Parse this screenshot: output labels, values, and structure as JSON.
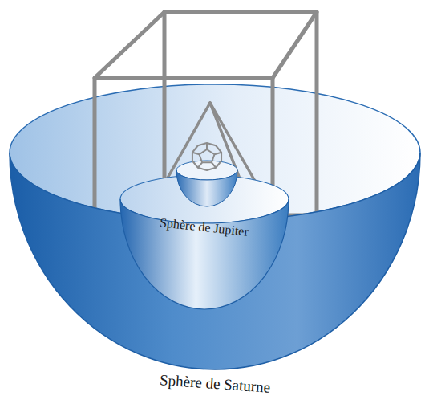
{
  "diagram": {
    "nodes": [
      {
        "text": [
          "Sphère de Saturne"
        ]
      },
      {
        "text": [
          "Sphère de Jupiter"
        ],
        "in": 0
      }
    ]
  }
}
